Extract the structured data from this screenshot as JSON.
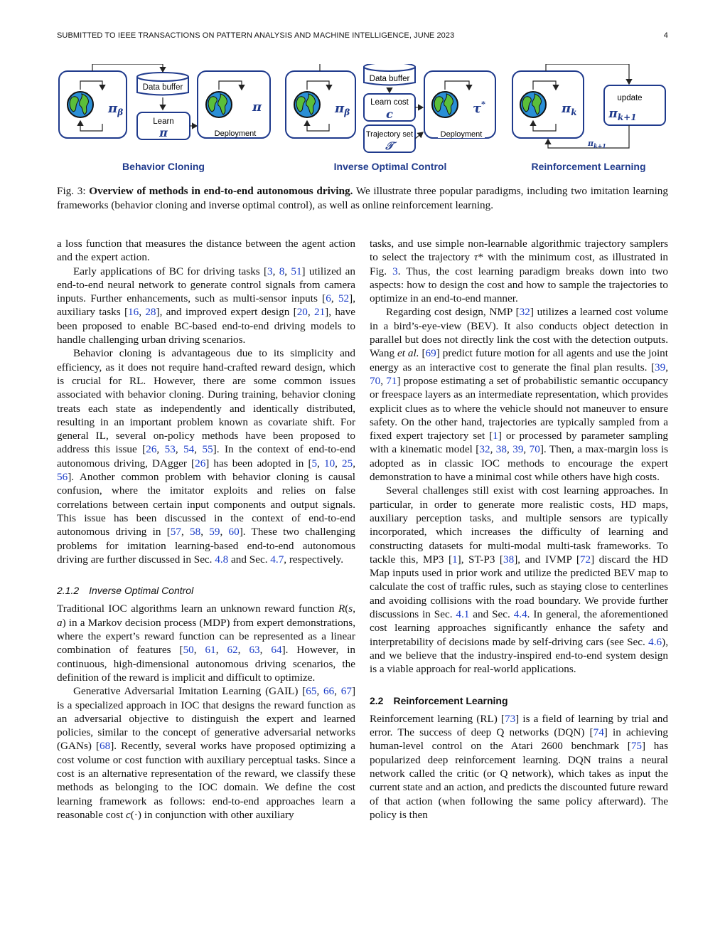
{
  "header": {
    "title": "SUBMITTED TO IEEE TRANSACTIONS ON PATTERN ANALYSIS AND MACHINE INTELLIGENCE, JUNE 2023",
    "page": "4"
  },
  "figure": {
    "bc": {
      "label": "Behavior Cloning",
      "buffer": "Data buffer",
      "learn": "Learn",
      "learn_sym": "π",
      "policy_beta": "π",
      "policy_beta_sub": "β",
      "policy": "π",
      "deploy": "Deployment"
    },
    "ioc": {
      "label": "Inverse Optimal Control",
      "buffer": "Data buffer",
      "learn_cost": "Learn cost",
      "cost_sym": "c",
      "traj": "Trajectory set",
      "traj_sym": "𝒯",
      "policy_beta": "π",
      "policy_beta_sub": "β",
      "tau": "τ",
      "tau_sup": "*",
      "deploy": "Deployment"
    },
    "rl": {
      "label": "Reinforcement Learning",
      "update": "update",
      "pi_k": "π",
      "pi_k_sub": "k",
      "pi_k1": "π",
      "pi_k1_sub": "k+1",
      "arrow_pi": "π",
      "arrow_sub": "k+1"
    }
  },
  "caption": {
    "lbl": "Fig. 3:",
    "bold": "Overview of methods in end-to-end autonomous driving.",
    "rest": "We illustrate three popular paradigms, including two imitation learning frameworks (behavior cloning and inverse optimal control), as well as online reinforcement learning."
  },
  "sections": {
    "s212": {
      "num": "2.1.2",
      "title": "Inverse Optimal Control"
    },
    "s22": {
      "num": "2.2",
      "title": "Reinforcement Learning"
    }
  }
}
